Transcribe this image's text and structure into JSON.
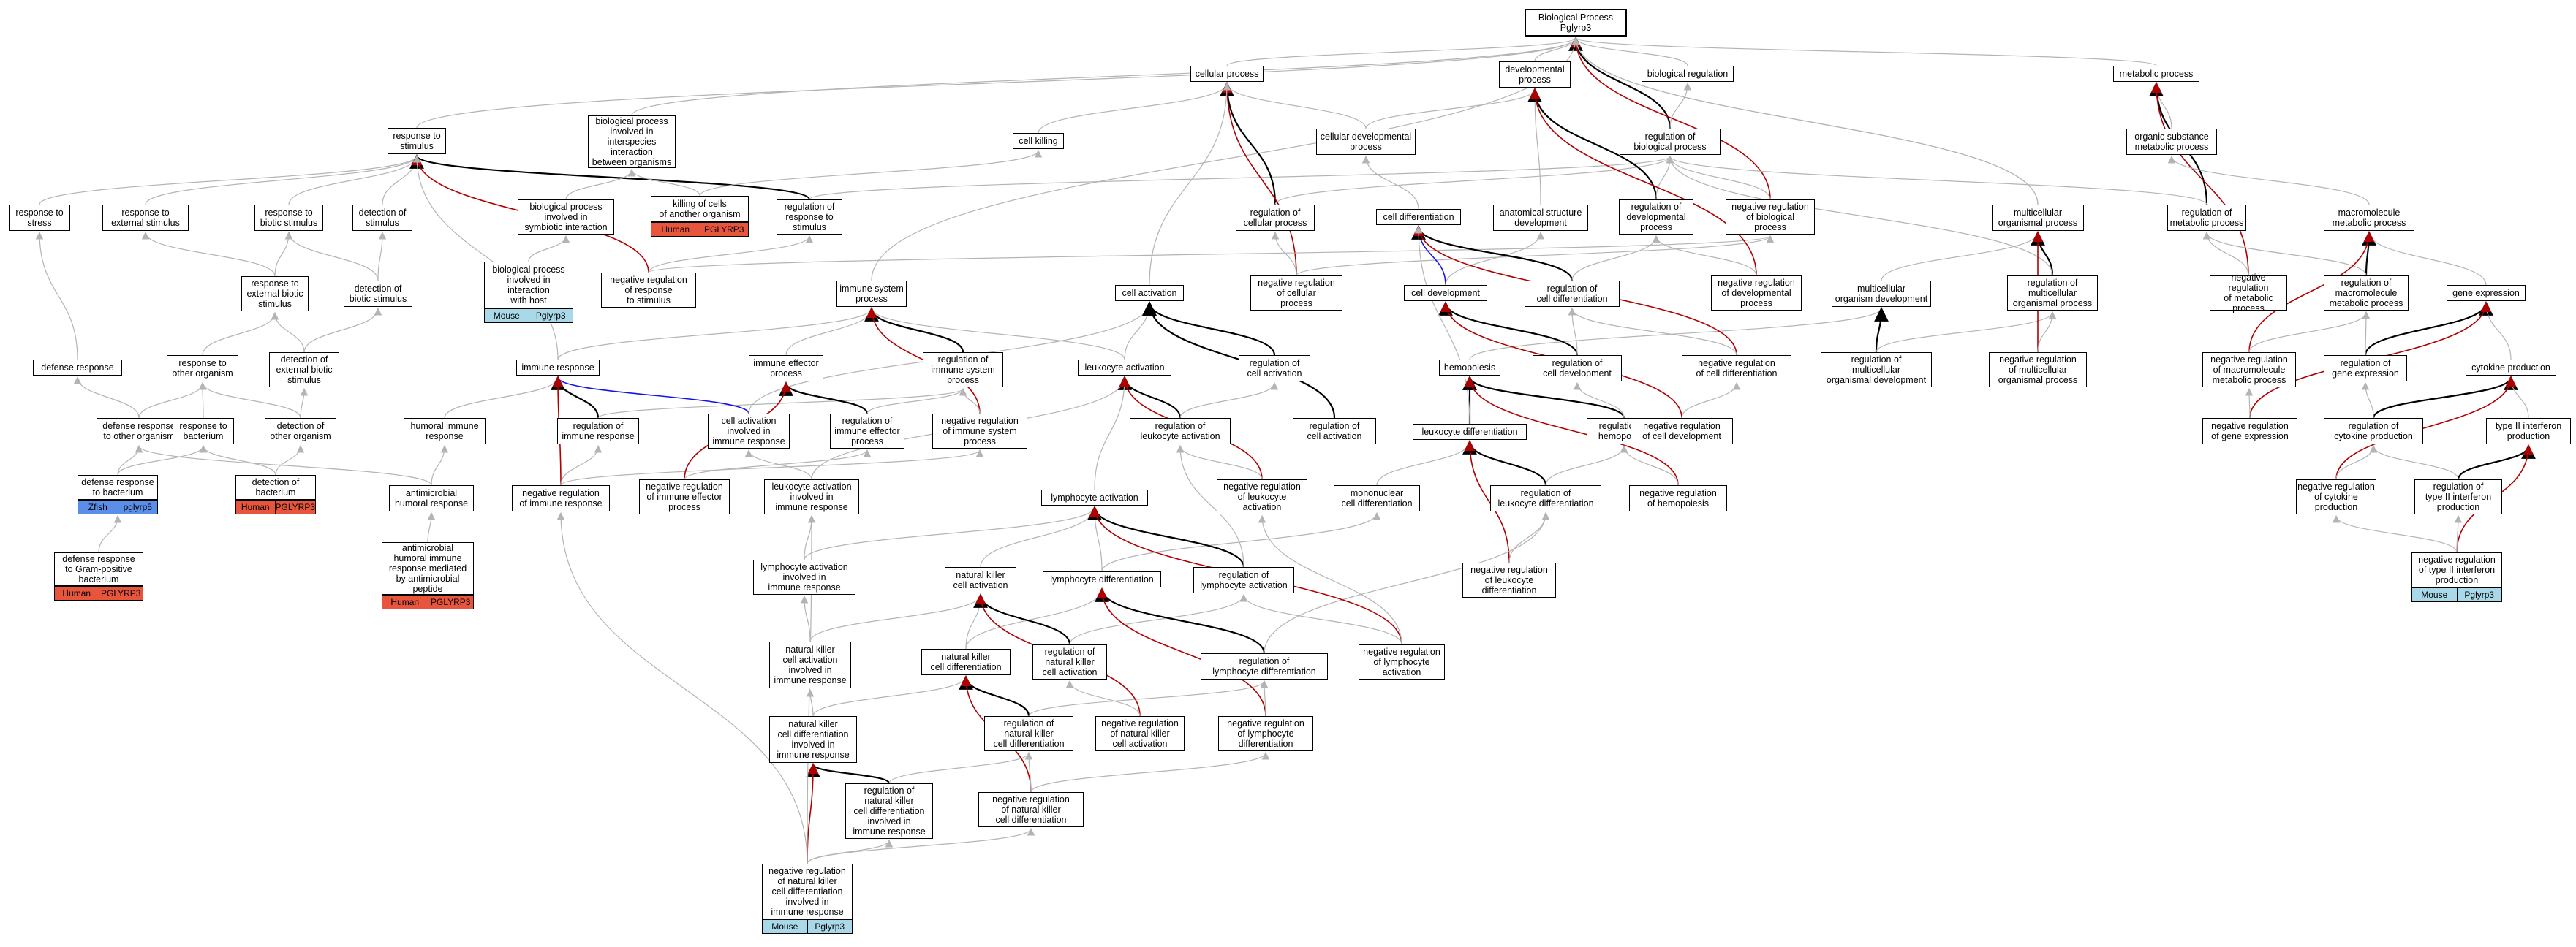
{
  "colors": {
    "gray": "#b4b4b4",
    "black": "#000000",
    "red": "#b00000",
    "blue": "#1414e6",
    "human": "#e8553d",
    "mouse": "#a9d9e8",
    "zfish": "#5a8ee8"
  },
  "nodes": {
    "bp": "Biological Process\nPglyrp3",
    "cellular_process": "cellular process",
    "developmental_process": "developmental\nprocess",
    "biological_regulation": "biological regulation",
    "metabolic_process": "metabolic process",
    "response_to_stimulus": "response to\nstimulus",
    "interspecies": "biological process\ninvolved in\ninterspecies\ninteraction\nbetween organisms",
    "cell_killing": "cell killing",
    "cellular_developmental_process": "cellular developmental\nprocess",
    "regulation_bp": "regulation of\nbiological process",
    "organic_substance_metabolic": "organic substance\nmetabolic process",
    "response_to_stress": "response to\nstress",
    "response_external": "response to\nexternal stimulus",
    "response_biotic": "response to\nbiotic stimulus",
    "detection_stimulus": "detection of\nstimulus",
    "symbiotic": "biological process\ninvolved in\nsymbiotic interaction",
    "killing_cells": "killing of cells\nof another organism",
    "regulation_response_stimulus": "regulation of\nresponse to\nstimulus",
    "regulation_cellular_process": "regulation of\ncellular process",
    "cell_differentiation": "cell differentiation",
    "anatomical_structure": "anatomical structure\ndevelopment",
    "regulation_developmental": "regulation of\ndevelopmental\nprocess",
    "neg_reg_bp": "negative regulation\nof biological\nprocess",
    "multicellular_organismal": "multicellular\norganismal process",
    "regulation_metabolic": "regulation of\nmetabolic process",
    "macromolecule_metabolic": "macromolecule\nmetabolic process",
    "interaction_with_host": "biological process\ninvolved in\ninteraction\nwith host",
    "neg_reg_response_stimulus": "negative regulation\nof response\nto stimulus",
    "response_external_biotic": "response to\nexternal biotic\nstimulus",
    "detection_biotic": "detection of\nbiotic stimulus",
    "immune_system_process": "immune system\nprocess",
    "cell_activation": "cell activation",
    "neg_reg_cellular_process": "negative regulation\nof cellular\nprocess",
    "cell_development": "cell development",
    "regulation_cell_differentiation": "regulation of\ncell differentiation",
    "neg_reg_developmental": "negative regulation\nof developmental\nprocess",
    "multicellular_organism_development": "multicellular\norganism development",
    "regulation_multicellular": "regulation of\nmulticellular\norganismal process",
    "neg_reg_metabolic": "negative regulation\nof metabolic\nprocess",
    "regulation_macromolecule": "regulation of\nmacromolecule\nmetabolic process",
    "gene_expression": "gene expression",
    "defense_response": "defense response",
    "response_other_organism": "response to\nother organism",
    "detection_external_biotic": "detection of\nexternal biotic\nstimulus",
    "immune_response": "immune response",
    "immune_effector_process": "immune effector\nprocess",
    "regulation_immune_system": "regulation of\nimmune system\nprocess",
    "leukocyte_activation": "leukocyte activation",
    "regulation_cell_activation": "regulation of\ncell activation",
    "hemopoiesis": "hemopoiesis",
    "regulation_cell_development": "regulation of\ncell development",
    "neg_reg_cell_differentiation": "negative regulation\nof cell differentiation",
    "regulation_multicellular_development": "regulation of\nmulticellular\norganismal development",
    "neg_reg_multicellular": "negative regulation\nof multicellular\norganismal process",
    "neg_reg_macromolecule": "negative regulation\nof macromolecule\nmetabolic process",
    "regulation_gene_expression": "regulation of\ngene expression",
    "cytokine_production": "cytokine production",
    "defense_other_organism": "defense response\nto other organism",
    "response_bacterium": "response to\nbacterium",
    "detection_other_organism": "detection of\nother organism",
    "humoral_immune_response": "humoral immune\nresponse",
    "regulation_immune_response": "regulation of\nimmune response",
    "cell_activation_immune": "cell activation\ninvolved in\nimmune response",
    "regulation_immune_effector": "regulation of\nimmune effector\nprocess",
    "neg_reg_immune_system": "negative regulation\nof immune system\nprocess",
    "regulation_leukocyte_activation": "regulation of\nleukocyte activation",
    "regulation_of_cell_activation2": "regulation of\ncell activation",
    "leukocyte_differentiation": "leukocyte differentiation",
    "regulation_hemopoiesis": "regulation of\nhemopoiesis",
    "neg_reg_cell_development": "negative regulation\nof cell development",
    "neg_reg_gene_expression": "negative regulation\nof gene expression",
    "regulation_cytokine": "regulation of\ncytokine production",
    "type2_interferon": "type II interferon\nproduction",
    "defense_bacterium": "defense response\nto bacterium",
    "detection_bacterium": "detection of\nbacterium",
    "antimicrobial_humoral": "antimicrobial\nhumoral response",
    "neg_reg_immune_response": "negative regulation\nof immune response",
    "neg_reg_immune_effector": "negative regulation\nof immune effector\nprocess",
    "leukocyte_activation_immune": "leukocyte activation\ninvolved in\nimmune response",
    "lymphocyte_activation": "lymphocyte activation",
    "neg_reg_leukocyte_activation": "negative regulation\nof leukocyte\nactivation",
    "mononuclear_differentiation": "mononuclear\ncell differentiation",
    "regulation_leukocyte_differentiation": "regulation of\nleukocyte differentiation",
    "neg_reg_hemopoiesis": "negative regulation\nof hemopoiesis",
    "neg_reg_cytokine": "negative regulation\nof cytokine\nproduction",
    "regulation_type2": "regulation of\ntype II interferon\nproduction",
    "defense_gram_positive": "defense response\nto Gram-positive\nbacterium",
    "antimicrobial_peptide": "antimicrobial\nhumoral immune\nresponse mediated\nby antimicrobial\npeptide",
    "lymphocyte_activation_immune": "lymphocyte activation\ninvolved in\nimmune response",
    "nk_activation": "natural killer\ncell activation",
    "lymphocyte_differentiation": "lymphocyte differentiation",
    "regulation_lymphocyte_activation": "regulation of\nlymphocyte activation",
    "neg_reg_leukocyte_differentiation": "negative regulation\nof leukocyte\ndifferentiation",
    "neg_reg_type2": "negative regulation\nof type II interferon\nproduction",
    "nk_activation_immune": "natural killer\ncell activation\ninvolved in\nimmune response",
    "nk_differentiation": "natural killer\ncell differentiation",
    "regulation_nk_activation": "regulation of\nnatural killer\ncell activation",
    "regulation_lymphocyte_differentiation": "regulation of\nlymphocyte differentiation",
    "neg_reg_lymphocyte_activation": "negative regulation\nof lymphocyte\nactivation",
    "nk_diff_immune": "natural killer\ncell differentiation\ninvolved in\nimmune response",
    "regulation_nk_differentiation": "regulation of\nnatural killer\ncell differentiation",
    "neg_reg_nk_activation": "negative regulation\nof natural killer\ncell activation",
    "neg_reg_lymphocyte_differentiation": "negative regulation\nof lymphocyte\ndifferentiation",
    "regulation_nk_diff_immune": "regulation of\nnatural killer\ncell differentiation\ninvolved in\nimmune response",
    "neg_reg_nk_differentiation": "negative regulation\nof natural killer\ncell differentiation",
    "neg_reg_nk_diff_immune": "negative regulation\nof natural killer\ncell differentiation\ninvolved in\nimmune response"
  },
  "annotations": {
    "interaction_with_host": [
      "Mouse",
      "Pglyrp3"
    ],
    "killing_cells": [
      "Human",
      "PGLYRP3"
    ],
    "defense_bacterium": [
      "Zfish",
      "pglyrp5"
    ],
    "detection_bacterium": [
      "Human",
      "PGLYRP3"
    ],
    "defense_gram_positive": [
      "Human",
      "PGLYRP3"
    ],
    "antimicrobial_peptide": [
      "Human",
      "PGLYRP3"
    ],
    "neg_reg_type2": [
      "Mouse",
      "Pglyrp3"
    ],
    "neg_reg_nk_diff_immune": [
      "Mouse",
      "Pglyrp3"
    ]
  }
}
